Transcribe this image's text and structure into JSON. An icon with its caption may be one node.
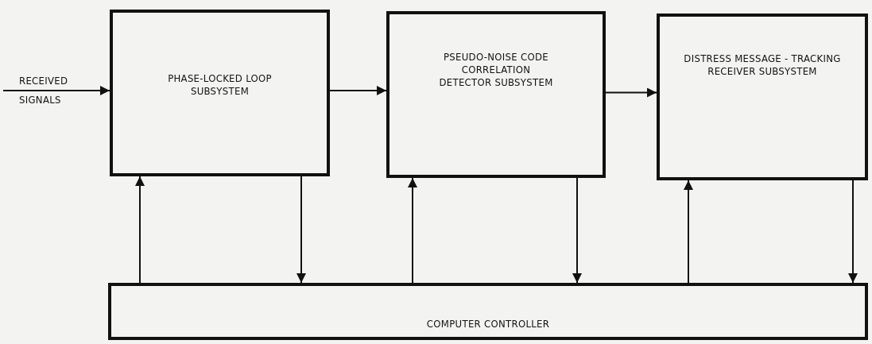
{
  "diagram": {
    "nodes": [
      {
        "text": [
          "RECEIVED SIGNALS"
        ]
      },
      {
        "text": [
          "PHASE-LOCKED LOOP SUBSYSTEM"
        ]
      },
      {
        "text": [
          "PSEUDO-NOISE CODE CORRELATION DETECTOR SUBSYSTEM"
        ]
      },
      {
        "text": [
          "DISTRESS MESSAGE - TRACKING RECEIVER SUBSYSTEM"
        ]
      },
      {
        "text": [
          "COMPUTER CONTROLLER"
        ]
      }
    ],
    "edges": [
      {
        "from": 0,
        "to": 1,
        "arrow": "to"
      },
      {
        "from": 1,
        "to": 2,
        "arrow": "to"
      },
      {
        "from": 2,
        "to": 3,
        "arrow": "to"
      },
      {
        "from": 4,
        "to": 1,
        "arrow": "to"
      },
      {
        "from": 1,
        "to": 4,
        "arrow": "to"
      },
      {
        "from": 4,
        "to": 2,
        "arrow": "to"
      },
      {
        "from": 2,
        "to": 4,
        "arrow": "to"
      },
      {
        "from": 4,
        "to": 3,
        "arrow": "to"
      },
      {
        "from": 3,
        "to": 4,
        "arrow": "to"
      }
    ]
  }
}
